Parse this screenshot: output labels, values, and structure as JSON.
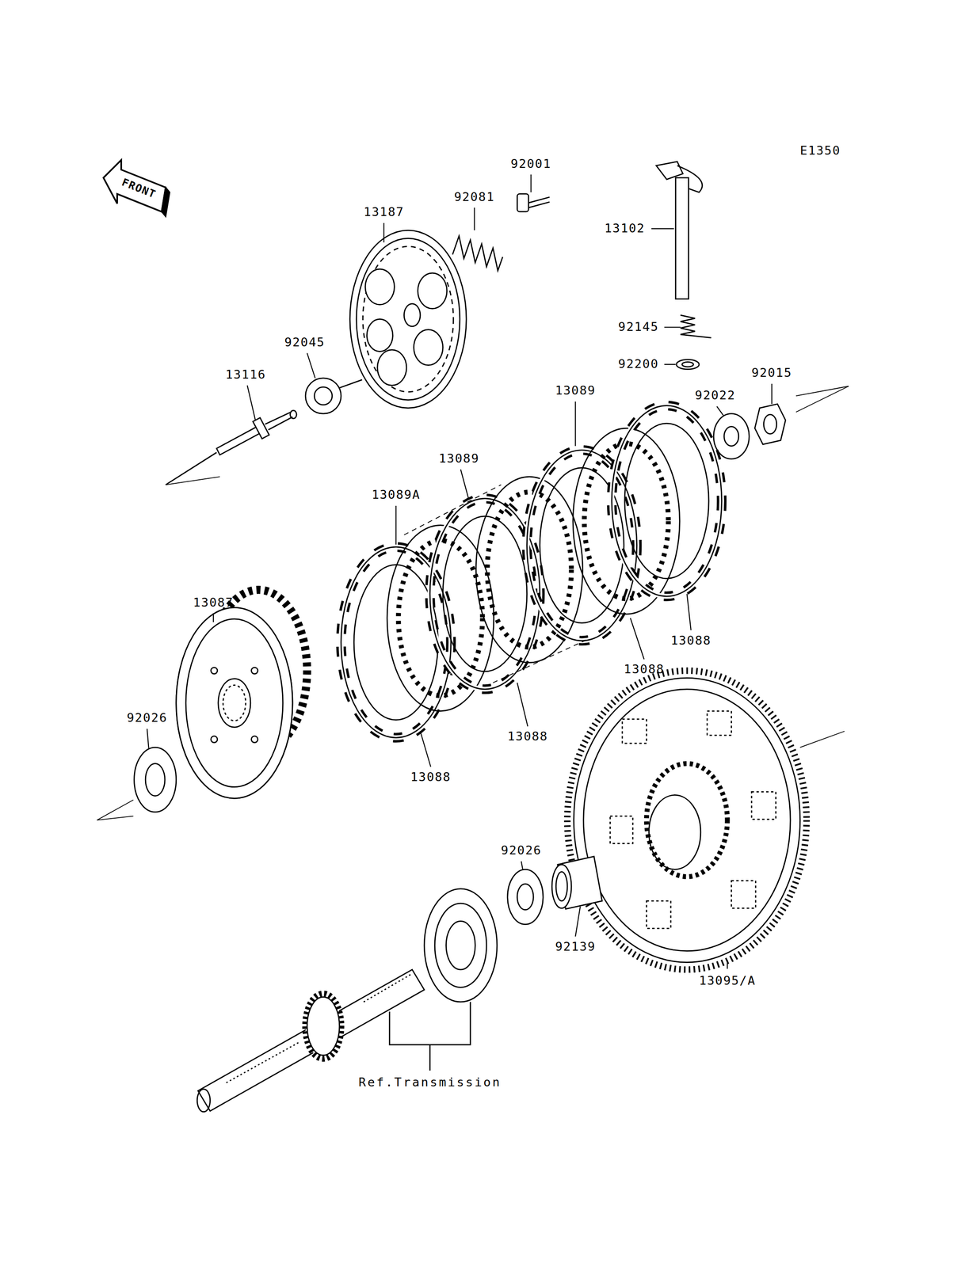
{
  "diagram": {
    "labels": [
      "E1350",
      "FRONT",
      "92001",
      "92081",
      "13187",
      "13102",
      "92045",
      "92145",
      "92200",
      "13116",
      "92015",
      "92022",
      "13089",
      "13089",
      "13089A",
      "13087",
      "13088",
      "13088",
      "92026",
      "13088",
      "13088",
      "92026",
      "92139",
      "13095/A",
      "Ref.Transmission"
    ]
  }
}
